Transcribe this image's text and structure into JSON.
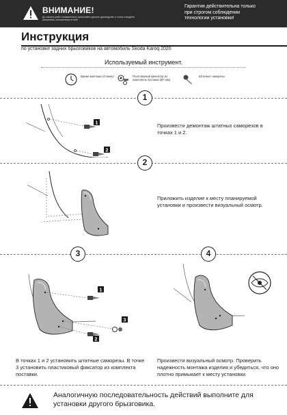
{
  "header": {
    "warning_title": "ВНИМАНИЕ!",
    "warning_sub": "До начала работ внимательно прочитайте данное руководство и точно следуйте указаниям, изложенным в нем!",
    "guarantee": "Гарантия действительна только при строгом соблюдении технологии установки!"
  },
  "title": "Инструкция",
  "subtitle": "по установке задних брызговиков на автомобиль Skoda Karoq 2020",
  "tools": {
    "heading": "Используемый инструмент.",
    "items": [
      {
        "label": "Время монтажа 10 минут",
        "icon": "clock-icon"
      },
      {
        "label": "Пластиковый фиксатор из комплекта поставки (Ø7 мм)",
        "icon": "plastic-clip-icon"
      },
      {
        "label": "Штатные саморезы",
        "icon": "screw-icon"
      }
    ]
  },
  "steps": [
    {
      "number": "1",
      "text": "Произвести демонтаж штатных саморезов в точках 1 и 2."
    },
    {
      "number": "2",
      "text": "Приложить изделие к месту планируемой установки и произвести визуальный осмотр."
    },
    {
      "number": "3",
      "text": "В точках 1 и 2 установить штатные саморезы. В точке 3 установить пластиковый фиксатор из комплекта поставки."
    },
    {
      "number": "4",
      "text": "Произвести визуальный осмотр. Проверить надежность монтажа изделия и убедиться, что оно плотно примыкает к месту установки."
    }
  ],
  "callouts": {
    "one": "1",
    "two": "2",
    "three": "3"
  },
  "footer": "Аналогичную последовательность действий выполните для установки другого брызговика.",
  "colors": {
    "header_bg": "#2b2b2b",
    "text": "#1a1a1a",
    "rule": "#777777"
  }
}
